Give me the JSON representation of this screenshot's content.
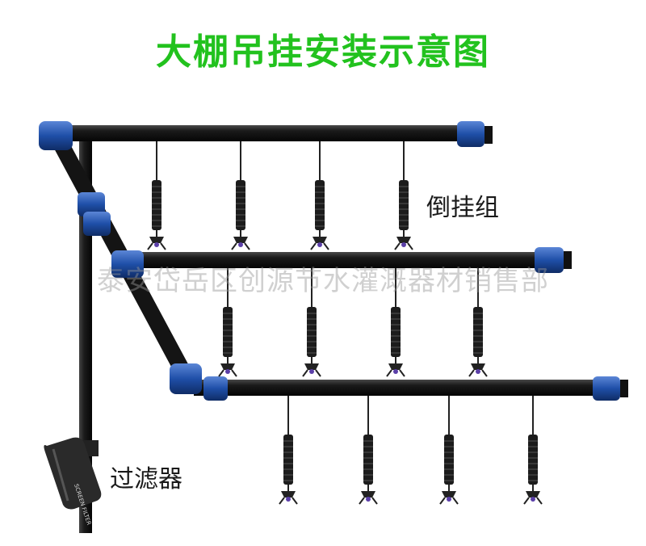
{
  "title": "大棚吊挂安装示意图",
  "labels": {
    "hanging_group": "倒挂组",
    "filter": "过滤器",
    "filter_body_text": "SCREEN FILTER"
  },
  "watermark": "泰安岱岳区创源节水灌溉器材销售部",
  "colors": {
    "title": "#22c21e",
    "pipe": "#141414",
    "fitting": "#1f4fa8"
  }
}
